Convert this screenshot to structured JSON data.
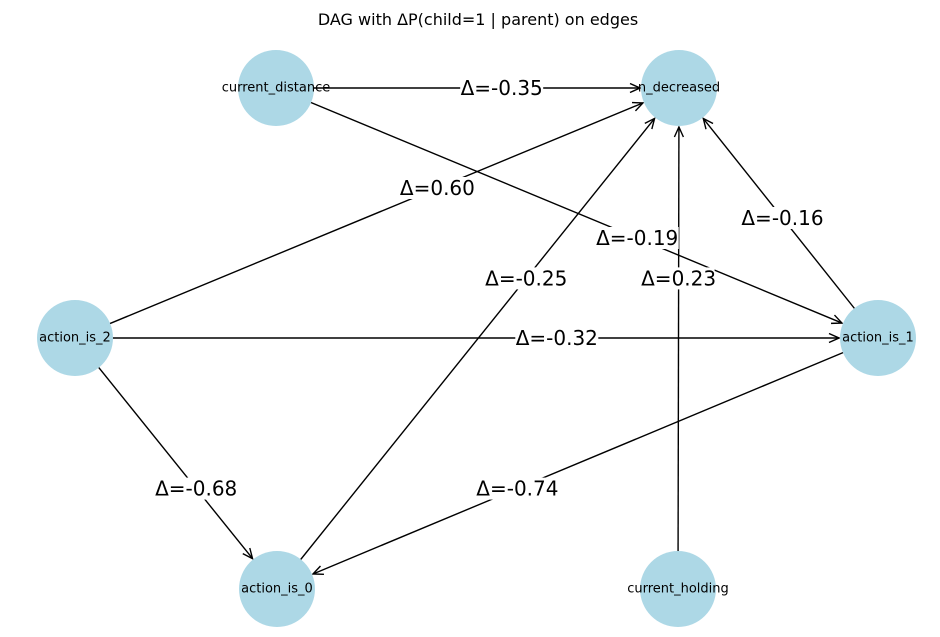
{
  "title": "DAG with ΔP(child=1 | parent) on edges",
  "colors": {
    "node_fill": "#add8e6",
    "edge": "#000000",
    "text": "#000000",
    "background": "#ffffff"
  },
  "nodes": [
    {
      "id": "current_distance",
      "label": "current_distance"
    },
    {
      "id": "decreased",
      "label": "n_decreased"
    },
    {
      "id": "action_is_2",
      "label": "action_is_2"
    },
    {
      "id": "action_is_1",
      "label": "action_is_1"
    },
    {
      "id": "action_is_0",
      "label": "action_is_0"
    },
    {
      "id": "current_holding",
      "label": "current_holding"
    }
  ],
  "edges": [
    {
      "source": "current_distance",
      "target": "decreased",
      "label": "Δ=-0.35"
    },
    {
      "source": "action_is_2",
      "target": "decreased",
      "label": "Δ=0.60"
    },
    {
      "source": "current_distance",
      "target": "action_is_1",
      "label": "Δ=-0.19"
    },
    {
      "source": "action_is_1",
      "target": "decreased",
      "label": "Δ=-0.16"
    },
    {
      "source": "action_is_0",
      "target": "decreased",
      "label": "Δ=-0.25"
    },
    {
      "source": "current_holding",
      "target": "decreased",
      "label": "Δ=0.23"
    },
    {
      "source": "action_is_2",
      "target": "action_is_1",
      "label": "Δ=-0.32"
    },
    {
      "source": "action_is_2",
      "target": "action_is_0",
      "label": "Δ=-0.68"
    },
    {
      "source": "action_is_1",
      "target": "action_is_0",
      "label": "Δ=-0.74"
    }
  ]
}
